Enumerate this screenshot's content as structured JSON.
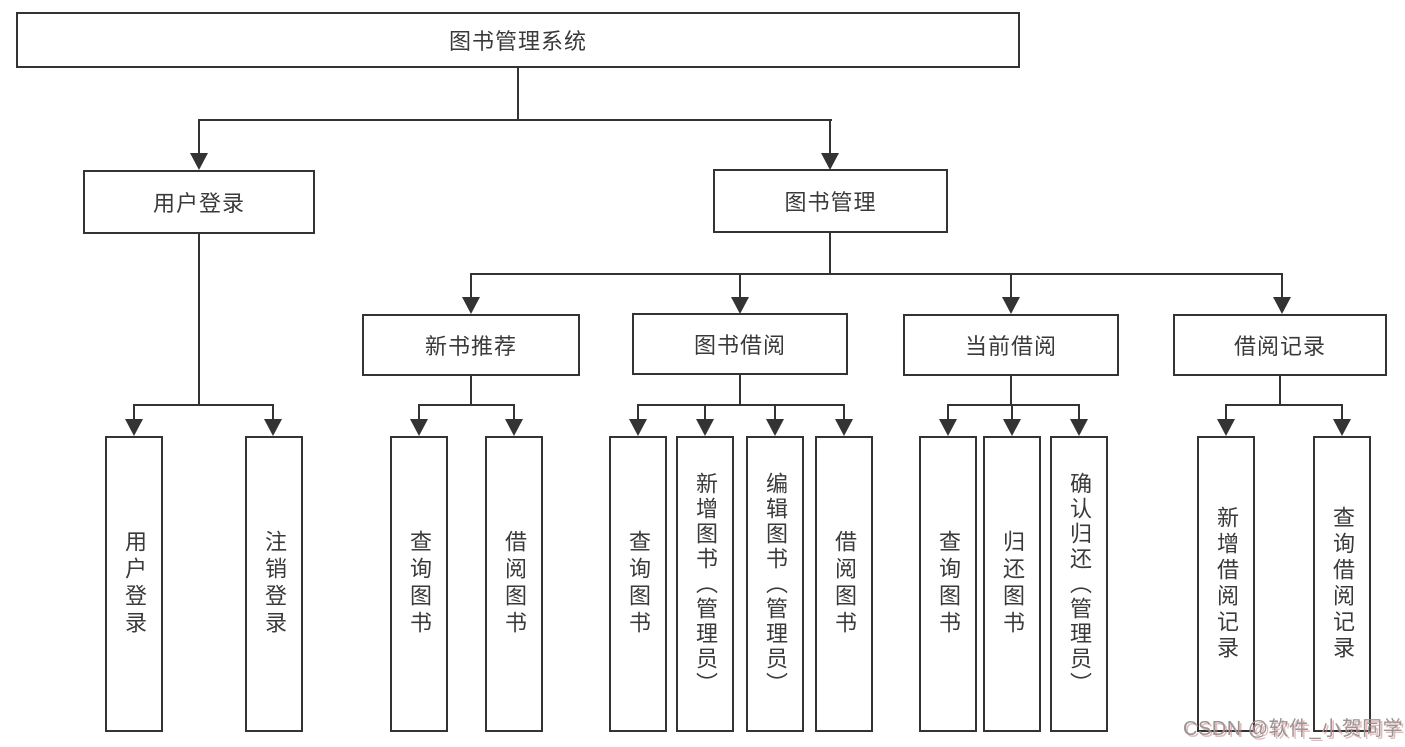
{
  "diagram": {
    "type": "tree-diagram",
    "colors": {
      "line": "#333333",
      "text": "#3a3a3a",
      "background": "#ffffff",
      "watermark_text": "#969696",
      "watermark_shadow": "#d88282"
    },
    "watermark": "CSDN @软件_小贺同学",
    "nodes": {
      "root": {
        "label": "图书管理系统"
      },
      "user_login": {
        "label": "用户登录"
      },
      "book_mgmt": {
        "label": "图书管理"
      },
      "new_book_rec": {
        "label": "新书推荐"
      },
      "book_borrow": {
        "label": "图书借阅"
      },
      "current_borrow": {
        "label": "当前借阅"
      },
      "borrow_records": {
        "label": "借阅记录"
      },
      "leaf_user_login": {
        "label": "用户登录"
      },
      "leaf_logout": {
        "label": "注销登录"
      },
      "leaf_query_book_1": {
        "label": "查询图书"
      },
      "leaf_borrow_book_1": {
        "label": "借阅图书"
      },
      "leaf_query_book_2": {
        "label": "查询图书"
      },
      "leaf_add_book": {
        "label": "新增图书（管理员）"
      },
      "leaf_edit_book": {
        "label": "编辑图书（管理员）"
      },
      "leaf_borrow_book_2": {
        "label": "借阅图书"
      },
      "leaf_query_book_3": {
        "label": "查询图书"
      },
      "leaf_return_book": {
        "label": "归还图书"
      },
      "leaf_confirm_return": {
        "label": "确认归还（管理员）"
      },
      "leaf_add_record": {
        "label": "新增借阅记录"
      },
      "leaf_query_record": {
        "label": "查询借阅记录"
      }
    },
    "hierarchy": {
      "图书管理系统": {
        "用户登录": [
          "用户登录",
          "注销登录"
        ],
        "图书管理": {
          "新书推荐": [
            "查询图书",
            "借阅图书"
          ],
          "图书借阅": [
            "查询图书",
            "新增图书（管理员）",
            "编辑图书（管理员）",
            "借阅图书"
          ],
          "当前借阅": [
            "查询图书",
            "归还图书",
            "确认归还（管理员）"
          ],
          "借阅记录": [
            "新增借阅记录",
            "查询借阅记录"
          ]
        }
      }
    }
  }
}
